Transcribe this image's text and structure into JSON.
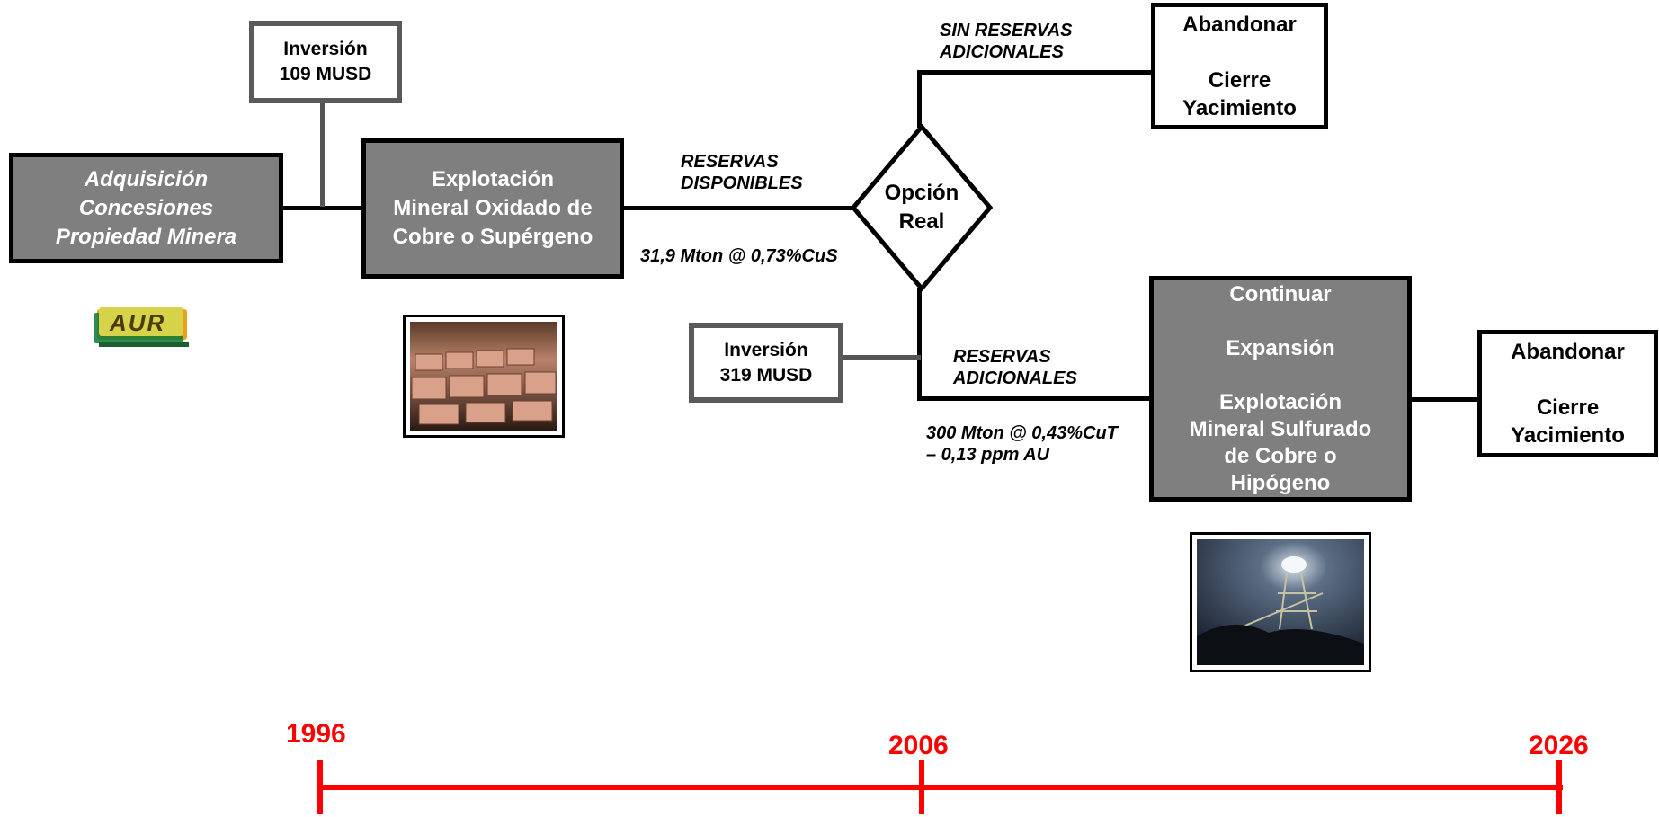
{
  "nodes": {
    "acquisition": "Adquisición\nConcesiones\nPropiedad Minera",
    "investment_1": "Inversión\n109 MUSD",
    "oxide_exploitation": "Explotación\nMineral Oxidado de\nCobre o Supérgeno",
    "real_option": "Opción\nReal",
    "abandon_top": "Abandonar\n\nCierre\nYacimiento",
    "investment_2": "Inversión\n319 MUSD",
    "continue_expansion": "Continuar\n\nExpansión\n\nExplotación\nMineral Sulfurado\nde Cobre o\nHipógeno",
    "abandon_bottom": "Abandonar\n\nCierre\nYacimiento"
  },
  "edge_labels": {
    "reserves_available": "RESERVAS\nDISPONIBLES",
    "reserves_available_grade": "31,9 Mton @ 0,73%CuS",
    "no_additional_reserves": "SIN RESERVAS\nADICIONALES",
    "additional_reserves": "RESERVAS\nADICIONALES",
    "additional_reserves_grade": "300 Mton @ 0,43%CuT\n– 0,13 ppm AU"
  },
  "timeline": {
    "years": [
      "1996",
      "2006",
      "2026"
    ],
    "color": "#ff0000"
  },
  "logo": {
    "text": "AUR"
  },
  "colors": {
    "dark_box": "#7f7f7f",
    "line": "#000000"
  }
}
